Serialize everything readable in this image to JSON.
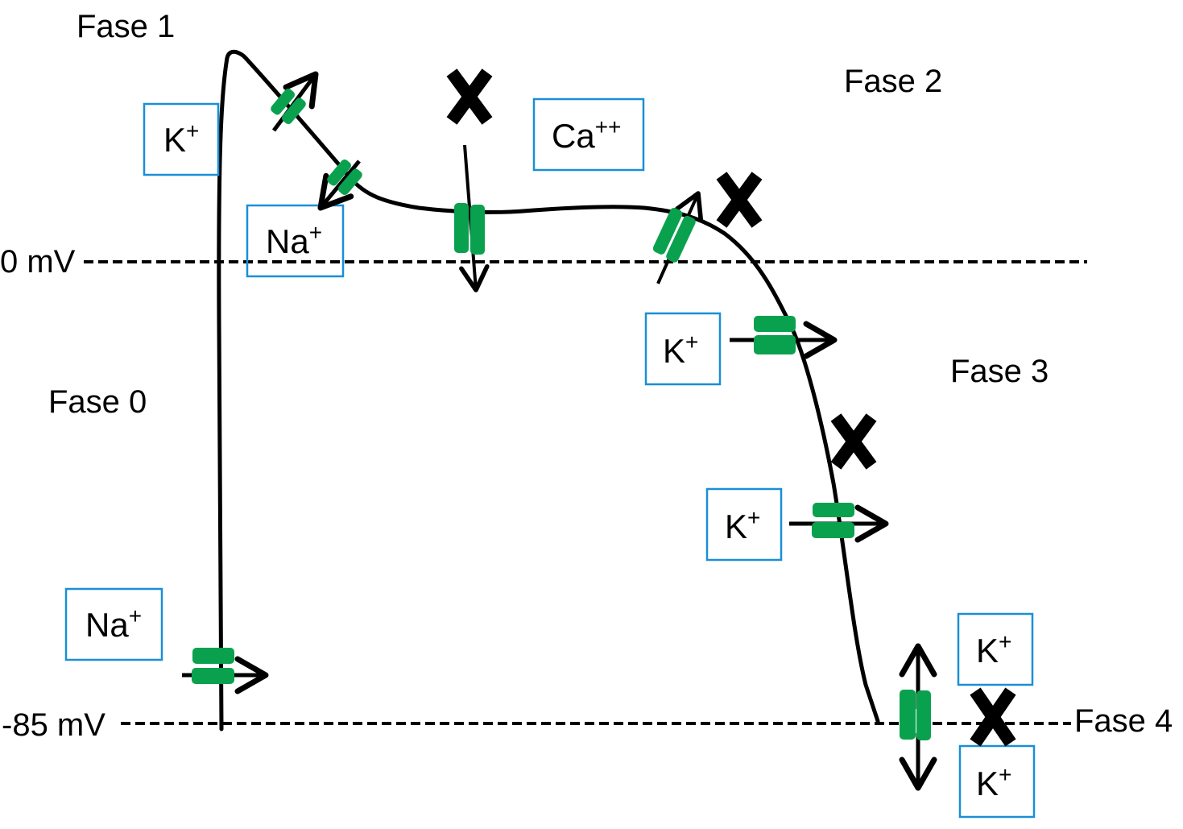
{
  "colors": {
    "curve": "#000000",
    "channel": "#0aa14e",
    "box_border": "#1a8fd6",
    "block_mark": "#000000"
  },
  "phases": {
    "fase0": "Fase 0",
    "fase1": "Fase 1",
    "fase2": "Fase 2",
    "fase3": "Fase 3",
    "fase4": "Fase 4"
  },
  "axis": {
    "zero_label": "0 mV",
    "rest_label": "-85 mV"
  },
  "ions": [
    {
      "id": "k-phase1",
      "base": "K",
      "charge": "+"
    },
    {
      "id": "na-phase1",
      "base": "Na",
      "charge": "+"
    },
    {
      "id": "ca-phase2",
      "base": "Ca",
      "charge": "++"
    },
    {
      "id": "k-phase3-upper",
      "base": "K",
      "charge": "+"
    },
    {
      "id": "k-phase3-lower",
      "base": "K",
      "charge": "+"
    },
    {
      "id": "na-phase0",
      "base": "Na",
      "charge": "+"
    },
    {
      "id": "k-phase4-top",
      "base": "K",
      "charge": "+"
    },
    {
      "id": "k-phase4-bottom",
      "base": "K",
      "charge": "+"
    }
  ],
  "icons": {
    "channel": "ion-channel-icon",
    "block": "blocked-x-icon",
    "arrow": "flux-arrow-icon"
  }
}
